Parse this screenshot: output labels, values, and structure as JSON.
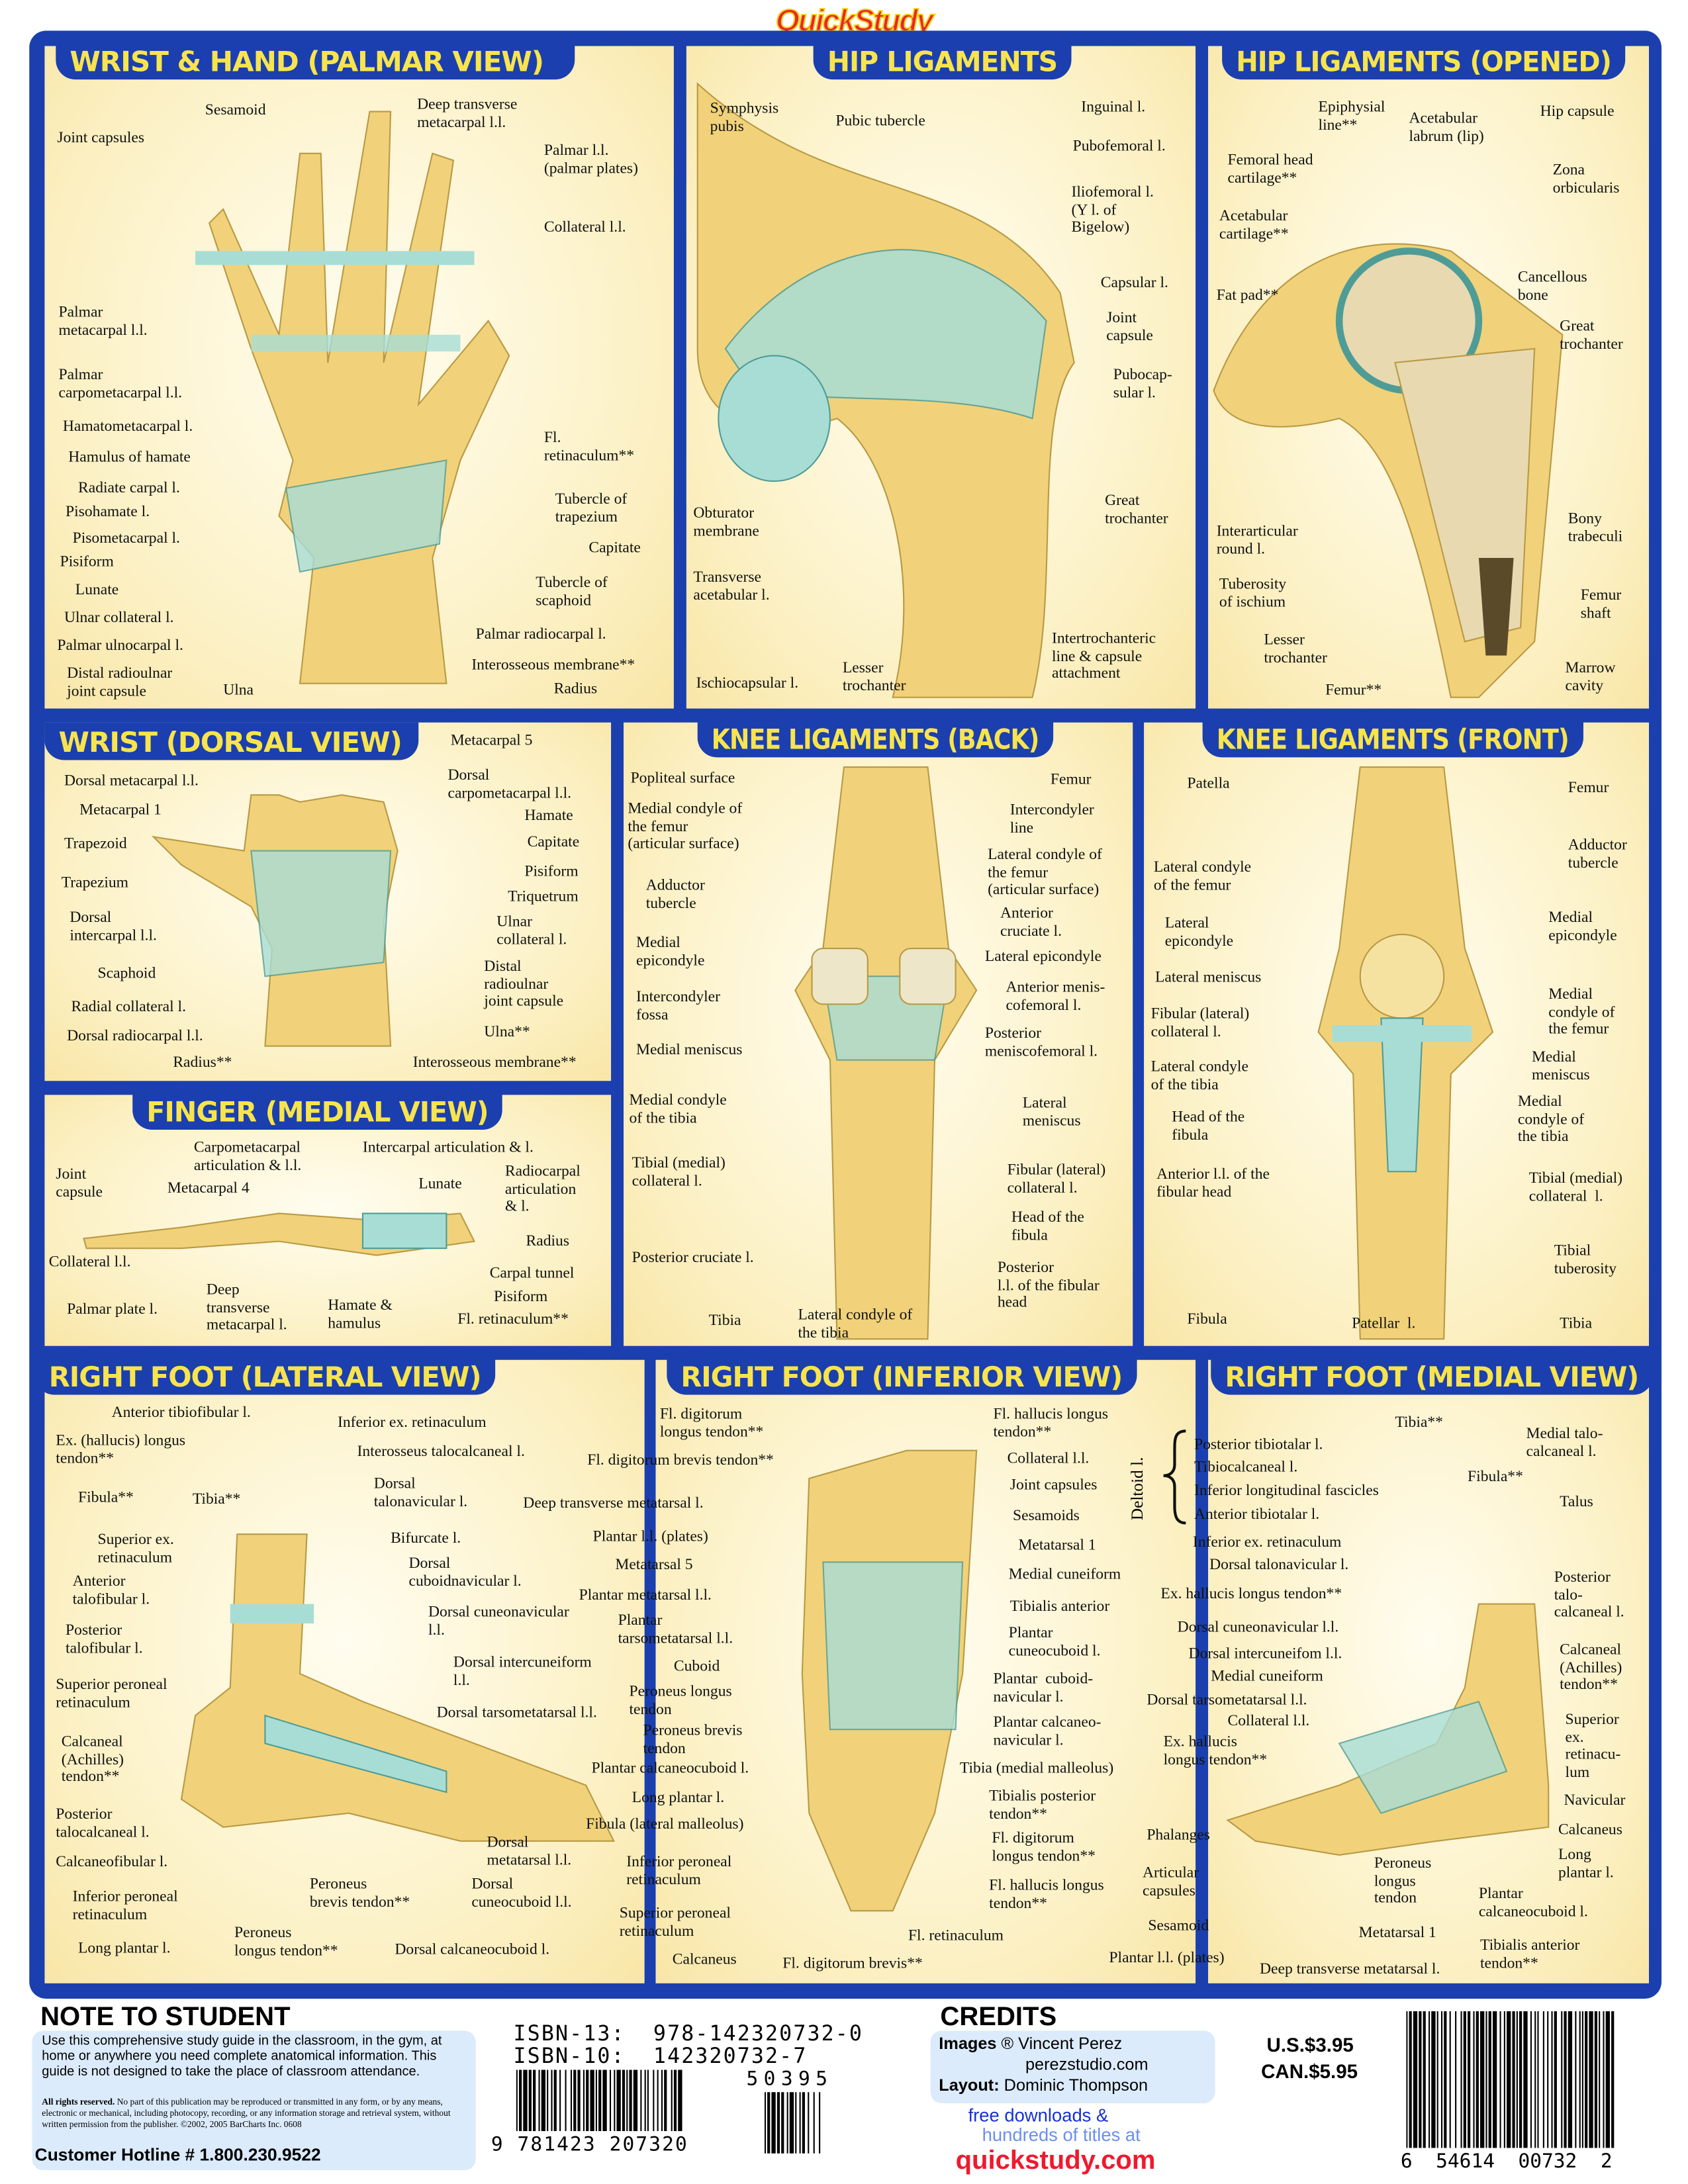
{
  "logo": "QuickStudy",
  "panels": [
    {
      "title": "WRIST & HAND (PALMAR VIEW)",
      "labels": [
        "Sesamoid",
        "Deep transverse\nmetacarpal l.l.",
        "Joint capsules",
        "Palmar l.l.\n(palmar plates)",
        "Collateral l.l.",
        "Palmar\nmetacarpal l.l.",
        "Palmar\ncarpometacarpal l.l.",
        "Hamatometacarpal l.",
        "Fl.\nretinaculum**",
        "Hamulus of hamate",
        "Radiate carpal l.",
        "Tubercle of\ntrapezium",
        "Pisohamate l.",
        "Pisometacarpal l.",
        "Capitate",
        "Pisiform",
        "Tubercle of\nscaphoid",
        "Lunate",
        "Ulnar collateral l.",
        "Palmar radiocarpal l.",
        "Palmar ulnocarpal l.",
        "Interosseous membrane**",
        "Distal radioulnar\njoint capsule",
        "Ulna",
        "Radius"
      ]
    },
    {
      "title": "HIP LIGAMENTS",
      "labels": [
        "Symphysis\npubis",
        "Pubic tubercle",
        "Inguinal l.",
        "Pubofemoral l.",
        "Iliofemoral l.\n(Y l. of\nBigelow)",
        "Capsular l.",
        "Joint\ncapsule",
        "Pubocap-\nsular l.",
        "Great\ntrochanter",
        "Obturator\nmembrane",
        "Transverse\nacetabular l.",
        "Intertrochanteric\nline & capsule\nattachment",
        "Ischiocapsular l.",
        "Lesser\ntrochanter"
      ]
    },
    {
      "title": "HIP LIGAMENTS (OPENED)",
      "labels": [
        "Epiphysial\nline**",
        "Acetabular\nlabrum (lip)",
        "Hip capsule",
        "Femoral head\ncartilage**",
        "Zona\norbicularis",
        "Acetabular\ncartilage**",
        "Cancellous\nbone",
        "Fat pad**",
        "Great\ntrochanter",
        "Interarticular\nround l.",
        "Bony\ntrabeculi",
        "Tuberosity\nof ischium",
        "Femur\nshaft",
        "Lesser\ntrochanter",
        "Marrow\ncavity",
        "Femur**"
      ]
    },
    {
      "title": "WRIST (DORSAL  VIEW)",
      "labels": [
        "Metacarpal 5",
        "Dorsal metacarpal l.l.",
        "Dorsal\ncarpometacarpal l.l.",
        "Metacarpal 1",
        "Hamate",
        "Trapezoid",
        "Capitate",
        "Pisiform",
        "Trapezium",
        "Triquetrum",
        "Dorsal\nintercarpal l.l.",
        "Ulnar\ncollateral l.",
        "Scaphoid",
        "Distal\nradioulnar\njoint capsule",
        "Radial collateral l.",
        "Ulna**",
        "Dorsal radiocarpal l.l.",
        "Radius**",
        "Interosseous membrane**"
      ]
    },
    {
      "title": "FINGER (MEDIAL VIEW)",
      "labels": [
        "Carpometacarpal\narticulation & l.l.",
        "Intercarpal articulation & l.",
        "Joint\ncapsule",
        "Metacarpal 4",
        "Radiocarpal\narticulation\n& l.",
        "Lunate",
        "Radius",
        "Collateral l.l.",
        "Deep\ntransverse\nmetacarpal l.",
        "Carpal tunnel",
        "Pisiform",
        "Palmar plate l.",
        "Hamate &\nhamulus",
        "Fl. retinaculum**"
      ]
    },
    {
      "title": "KNEE LIGAMENTS (BACK)",
      "labels": [
        "Popliteal surface",
        "Femur",
        "Medial condyle of\nthe femur\n(articular surface)",
        "Intercondyler\nline",
        "Lateral condyle of\nthe femur\n(articular surface)",
        "Adductor\ntubercle",
        "Anterior\ncruciate l.",
        "Medial\nepicondyle",
        "Lateral epicondyle",
        "Anterior menis-\ncofemoral l.",
        "Intercondyler\nfossa",
        "Posterior\nmeniscofemoral l.",
        "Medial meniscus",
        "Lateral\nmeniscus",
        "Medial condyle\nof the tibia",
        "Tibial (medial)\ncollateral l.",
        "Fibular (lateral)\ncollateral l.",
        "Head of the\nfibula",
        "Posterior cruciate l.",
        "Posterior\nl.l. of the fibular\nhead",
        "Tibia",
        "Lateral condyle of\nthe tibia"
      ]
    },
    {
      "title": "KNEE LIGAMENTS (FRONT)",
      "labels": [
        "Patella",
        "Femur",
        "Adductor\ntubercle",
        "Lateral condyle\nof the femur",
        "Lateral\nepicondyle",
        "Medial\nepicondyle",
        "Lateral meniscus",
        "Medial\ncondyle of\nthe femur",
        "Fibular (lateral)\ncollateral l.",
        "Medial\nmeniscus",
        "Lateral condyle\nof the tibia",
        "Head of the\nfibula",
        "Medial\ncondyle of\nthe tibia",
        "Anterior l.l. of the\nfibular head",
        "Tibial (medial)\ncollateral  l.",
        "Tibial\ntuberosity",
        "Fibula",
        "Patellar  l.",
        "Tibia"
      ]
    },
    {
      "title": "RIGHT FOOT (LATERAL VIEW)",
      "labels": [
        "Anterior tibiofibular l.",
        "Inferior ex. retinaculum",
        "Ex. (hallucis) longus\ntendon**",
        "Interosseus talocalcaneal l.",
        "Dorsal\ntalonavicular l.",
        "Fibula**",
        "Tibia**",
        "Superior ex.\nretinaculum",
        "Bifurcate l.",
        "Anterior\ntalofibular l.",
        "Dorsal\ncuboidnavicular l.",
        "Dorsal cuneonavicular\nl.l.",
        "Posterior\ntalofibular l.",
        "Dorsal intercuneiform\nl.l.",
        "Superior peroneal\nretinaculum",
        "Dorsal tarsometatarsal l.l.",
        "Calcaneal\n(Achilles)\ntendon**",
        "Posterior\ntalocalcaneal l.",
        "Dorsal\nmetatarsal l.l.",
        "Calcaneofibular l.",
        "Dorsal\ncuneocuboid l.l.",
        "Peroneus\nbrevis tendon**",
        "Inferior peroneal\nretinaculum",
        "Peroneus\nlongus tendon**",
        "Long plantar l.",
        "Dorsal calcaneocuboid l."
      ]
    },
    {
      "title": "RIGHT FOOT (INFERIOR VIEW)",
      "labels": [
        "Fl. digitorum\nlongus tendon**",
        "Fl. hallucis longus\ntendon**",
        "Fl. digitorum brevis tendon**",
        "Collateral l.l.",
        "Joint capsules",
        "Deep transverse metatarsal l.",
        "Sesamoids",
        "Plantar l.l. (plates)",
        "Metatarsal 1",
        "Metatarsal 5",
        "Medial cuneiform",
        "Plantar metatarsal l.l.",
        "Tibialis anterior",
        "Plantar\ntarsometatarsal l.l.",
        "Plantar\ncuneocuboid l.",
        "Cuboid",
        "Plantar  cuboid-\nnavicular l.",
        "Peroneus longus\ntendon",
        "Plantar calcaneo-\nnavicular l.",
        "Peroneus brevis\ntendon",
        "Plantar calcaneocuboid l.",
        "Tibia (medial malleolus)",
        "Long plantar l.",
        "Tibialis posterior\ntendon**",
        "Fibula (lateral malleolus)",
        "Fl. digitorum\nlongus tendon**",
        "Inferior peroneal\nretinaculum",
        "Fl. hallucis longus\ntendon**",
        "Superior peroneal\nretinaculum",
        "Fl. retinaculum",
        "Calcaneus",
        "Fl. digitorum brevis**"
      ]
    },
    {
      "title": "RIGHT FOOT (MEDIAL VIEW)",
      "labels": [
        "Posterior tibiotalar l.",
        "Tibiocalcaneal l.",
        "Inferior longitudinal fascicles",
        "Anterior tibiotalar l.",
        "Tibia**",
        "Medial talo-\ncalcaneal l.",
        "Fibula**",
        "Talus",
        "Inferior ex. retinaculum",
        "Dorsal talonavicular l.",
        "Posterior\ntalo-\ncalcaneal l.",
        "Ex. hallucis longus tendon**",
        "Dorsal cuneonavicular l.l.",
        "Calcaneal\n(Achilles)\ntendon**",
        "Dorsal intercuneifom l.l.",
        "Medial cuneiform",
        "Dorsal tarsometatarsal l.l.",
        "Superior\nex.\nretinacu-\nlum",
        "Collateral l.l.",
        "Ex. hallucis\nlongus tendon**",
        "Navicular",
        "Phalanges",
        "Calcaneus",
        "Peroneus\nlongus\ntendon",
        "Long\nplantar l.",
        "Articular\ncapsules",
        "Plantar\ncalcaneocuboid l.",
        "Sesamoid",
        "Metatarsal 1",
        "Tibialis anterior\ntendon**",
        "Plantar l.l. (plates)",
        "Deep transverse metatarsal l."
      ],
      "deltoid": "Deltoid l."
    }
  ],
  "note": {
    "heading": "NOTE TO STUDENT",
    "body": "Use this comprehensive study guide in the classroom, in the gym, at home or anywhere you need complete anatomical information. This guide is not designed to take the place of classroom attendance.",
    "rights_bold": "All rights reserved.",
    "rights": " No part of this publication may be reproduced or transmitted in any form, or by any means, electronic or mechanical, including photocopy, recording, or any information storage and retrieval system, without written permission from the publisher. ©2002, 2005 BarCharts Inc. 0608",
    "hotline": "Customer Hotline #  1.800.230.9522"
  },
  "isbn": {
    "isbn13": "ISBN-13:  978-142320732-0",
    "isbn10": "ISBN-10:  142320732-7",
    "addon": "50395",
    "digits": "9 781423 207320"
  },
  "credits": {
    "heading": "CREDITS",
    "images_label": "Images",
    "images": " ® Vincent Perez",
    "site": "perezstudio.com",
    "layout_label": "Layout:",
    "layout": " Dominic Thompson"
  },
  "promo": {
    "line1": "free downloads &",
    "line2": "hundreds of titles at",
    "url": "quickstudy.com"
  },
  "price": {
    "us": "U.S.$3.95",
    "can": "CAN.$5.95"
  },
  "upc": {
    "digits": "6  54614  00732  2"
  },
  "colors": {
    "frame": "#1b3fae",
    "title": "#f8e44c",
    "bone": "#f3d884",
    "ligament": "#9fd6d0",
    "url": "#f0192e"
  }
}
